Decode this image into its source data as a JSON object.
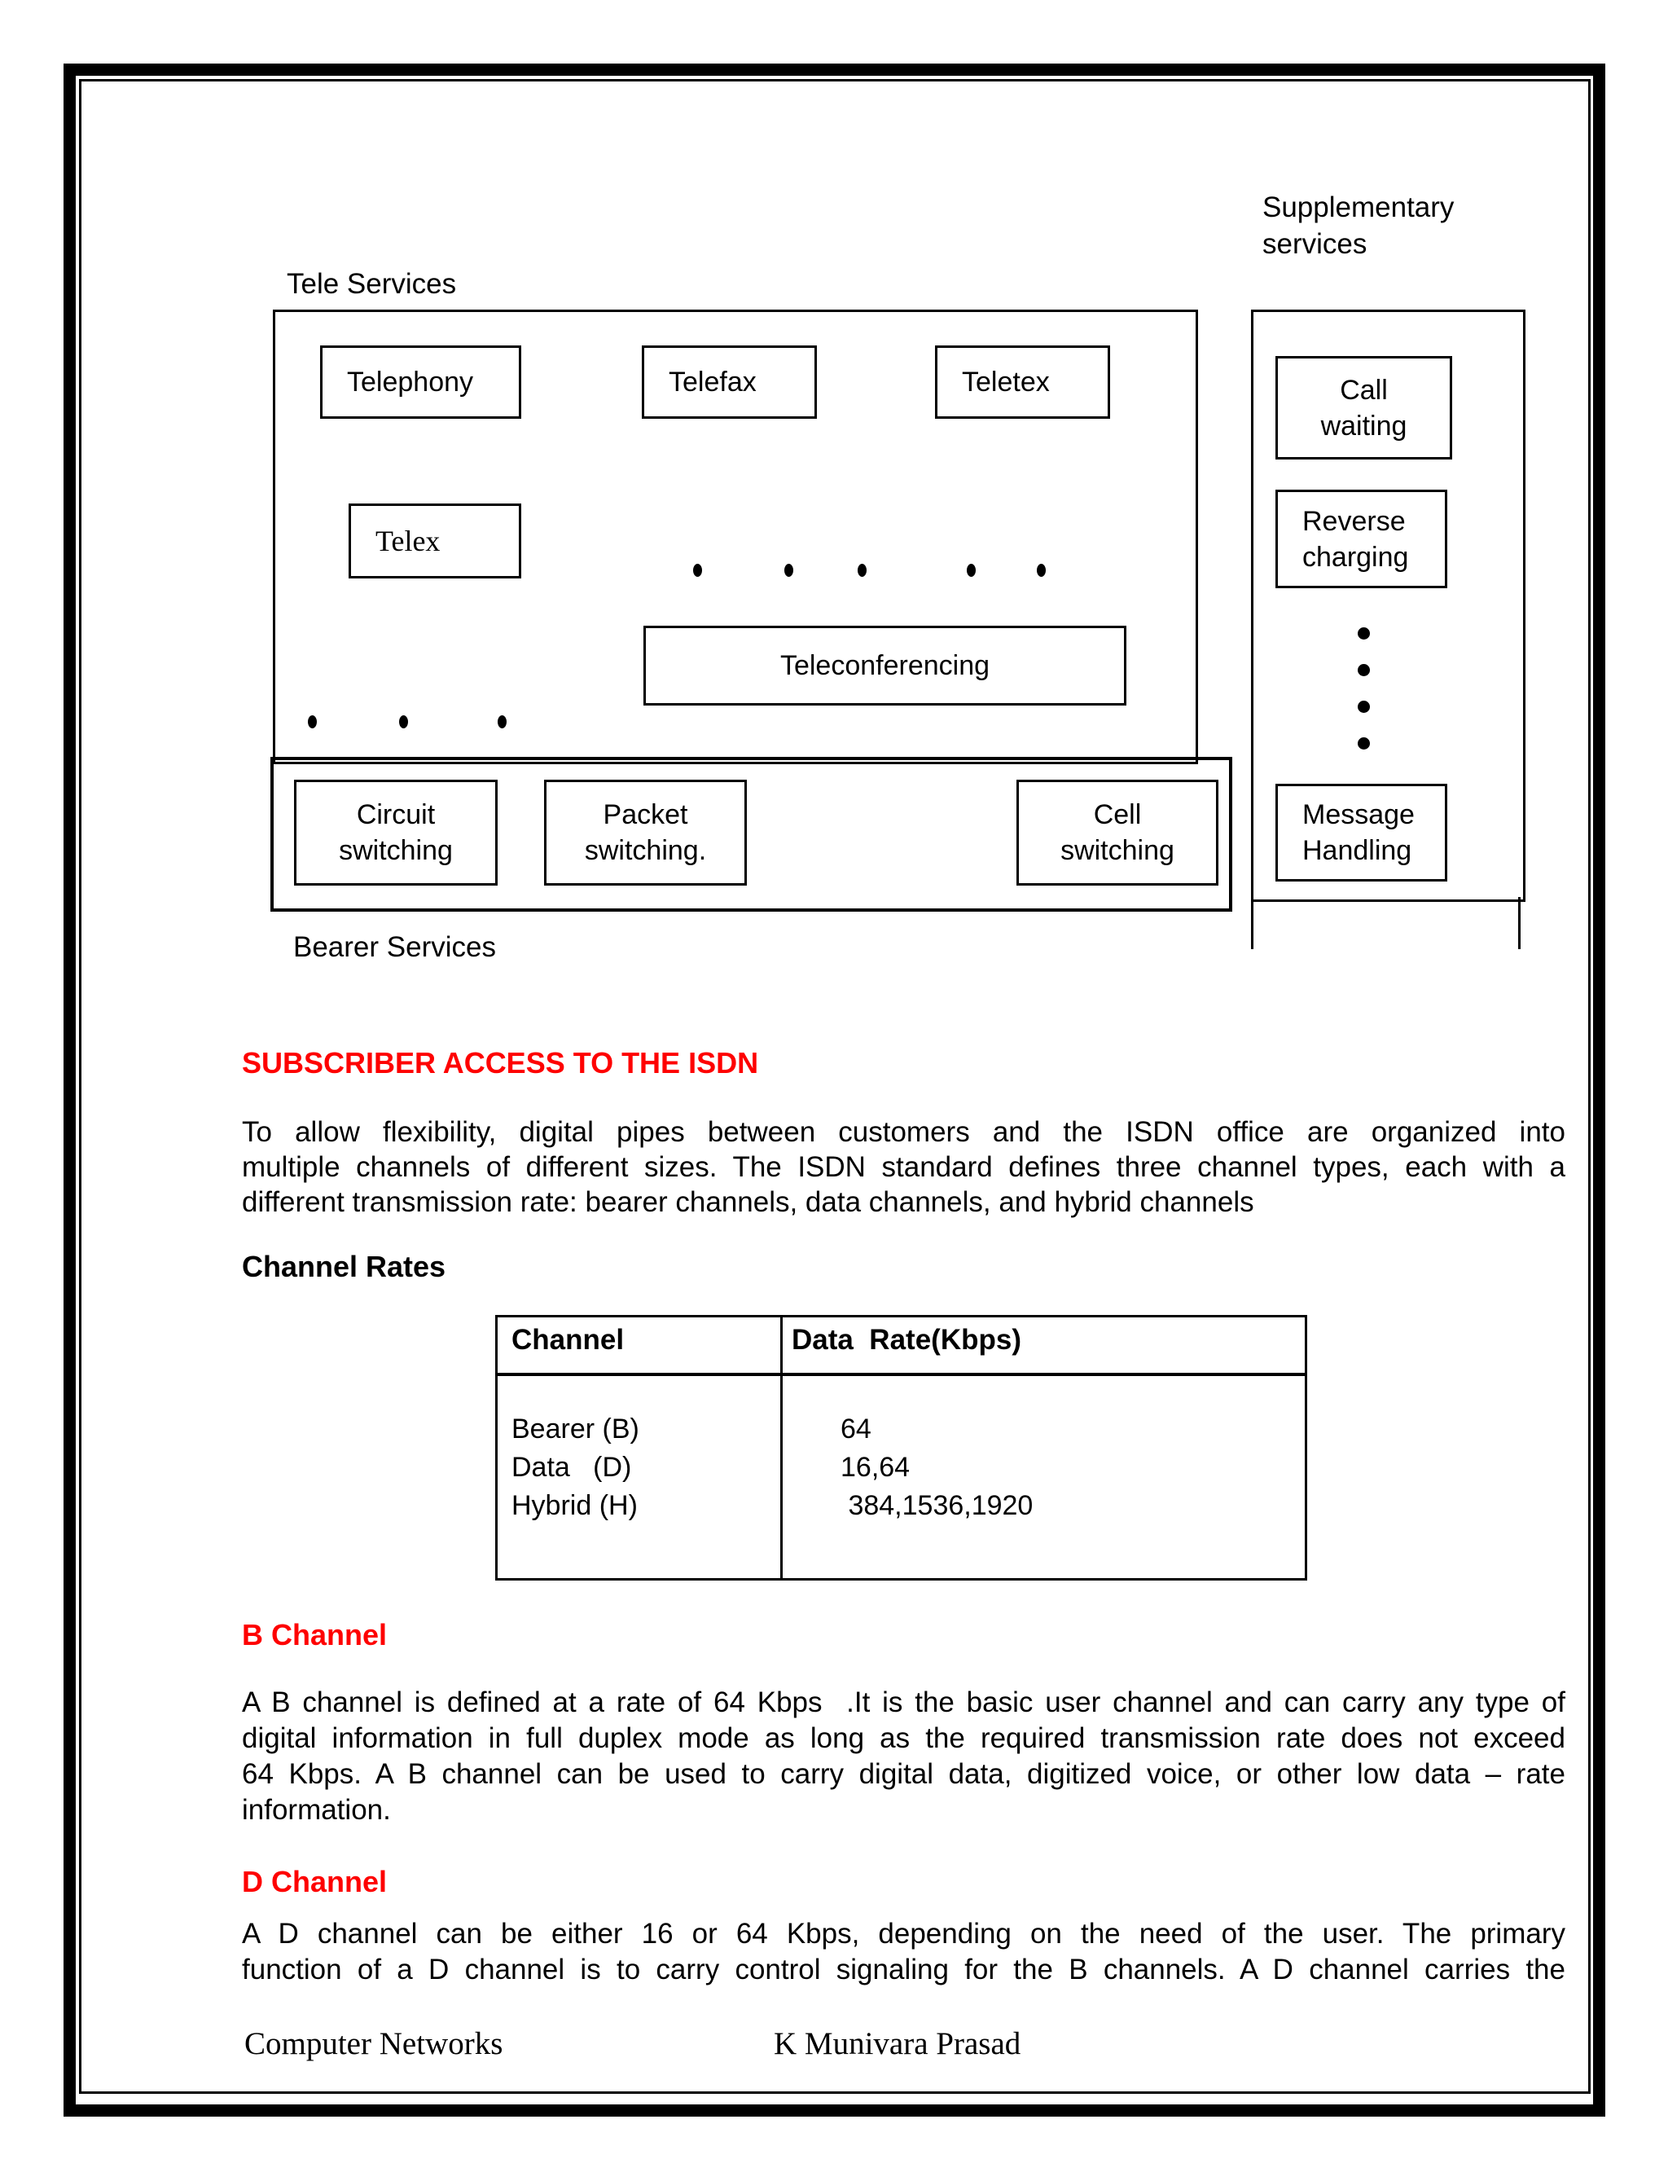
{
  "colors": {
    "accent_red": "#FE0000",
    "line": "#000000"
  },
  "diagram": {
    "supplementary_label": "Supplementary\nservices",
    "tele_services_label": "Tele Services",
    "bearer_services_label": "Bearer Services",
    "telephony": "Telephony",
    "telefax": "Telefax",
    "teletex": "Teletex",
    "telex": "Telex",
    "teleconferencing": "Teleconferencing",
    "circuit_switching": "Circuit\nswitching",
    "packet_switching": "Packet\nswitching.",
    "cell_switching": "Cell\nswitching",
    "call_waiting": "Call\nwaiting",
    "reverse_charging": "Reverse\ncharging",
    "message_handling": "Message\nHandling"
  },
  "content": {
    "subscriber_heading": "SUBSCRIBER ACCESS TO THE ISDN",
    "intro_lines": [
      "To allow flexibility, digital pipes between customers and the ISDN office are organized into",
      "multiple channels of different sizes. The ISDN standard defines three channel types, each with a",
      "different transmission rate: bearer channels, data channels, and hybrid channels"
    ],
    "channel_rates_heading": "Channel Rates",
    "table": {
      "headers": [
        "Channel",
        "Data  Rate(Kbps)"
      ],
      "rows": [
        [
          "Bearer (B)",
          "64"
        ],
        [
          "Data   (D)",
          "16,64"
        ],
        [
          "Hybrid (H)",
          " 384,1536,1920"
        ]
      ]
    },
    "b_channel_heading": "B Channel",
    "b_channel_lines": [
      "A B channel is defined at a rate of 64 Kbps  .It is the basic user channel and can carry any type of",
      "digital information in full duplex mode as long as the required transmission rate does not exceed",
      "64 Kbps. A B channel can be used to carry digital data, digitized voice, or other low data – rate",
      "information."
    ],
    "d_channel_heading": "D Channel",
    "d_channel_lines": [
      "A D channel can be either 16 or 64 Kbps, depending on the need of the user. The primary",
      "function of a D channel is to carry control signaling for the B channels. A D channel carries the"
    ]
  },
  "footer": {
    "left": "Computer Networks",
    "right": "K Munivara Prasad"
  }
}
